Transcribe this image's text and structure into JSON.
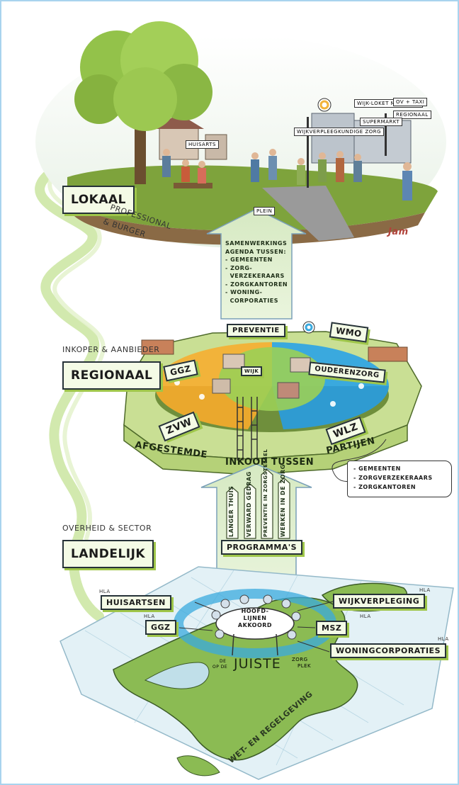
{
  "levels": {
    "local": {
      "title": "Lokaal",
      "subtitle_line1": "Professional",
      "subtitle_line2": "& burger"
    },
    "regional": {
      "caption": "Inkoper & aanbieder",
      "title": "Regionaal"
    },
    "national": {
      "caption": "Overheid & sector",
      "title": "Landelijk"
    }
  },
  "top_scene": {
    "signs": {
      "wijkloket": "Wijk-loket moestuin",
      "ov_taxi": "OV + taxi",
      "regionaal": "Regionaal",
      "supermarkt": "Supermarkt",
      "plein": "Plein",
      "wijkverpleegkundige": "Wijkverpleegkundige zorg",
      "huisarts": "Huisarts"
    },
    "signature": "Jam"
  },
  "arrow_upper": {
    "lines": [
      "Samenwerkings",
      "agenda tussen:",
      "- Gemeenten",
      "- Zorg-",
      "  verzekeraars",
      "- Zorgkantoren",
      "- Woning-",
      "  corporaties"
    ]
  },
  "regional_disc": {
    "labels": {
      "ggz": "GGZ",
      "preventie": "Preventie",
      "wmo": "WMO",
      "ouderenzorg": "Ouderenzorg",
      "wijk": "Wijk",
      "zvw": "ZVW",
      "wlz": "WLZ"
    },
    "band": {
      "left": "Afgestemde",
      "middle": "Inkoop tussen",
      "right": "Partijen"
    }
  },
  "tag_parties": [
    "- Gemeenten",
    "- Zorgverzekeraars",
    "- Zorgkantoren"
  ],
  "arrow_lower": {
    "programs": [
      "Langer thuis",
      "Verward gedrag",
      "Preventie in zorgstelsel",
      "Werken in de zorg"
    ],
    "label": "Programma's"
  },
  "national_map": {
    "center": "Hoofd-lijnen akkoord",
    "hla_prefix": "HLA",
    "left_labels": [
      "Huisartsen",
      "GGZ"
    ],
    "right_labels": [
      "Wijkverpleging",
      "MSZ",
      "Woningcorporaties"
    ],
    "ring_text": {
      "pre": "De",
      "pre2": "op de",
      "main": "Juiste",
      "post": "zorg",
      "post2": "plek"
    },
    "law": "Wet- en regelgeving"
  },
  "colors": {
    "frame": "#a9d3ee",
    "accent_green": "#9fc64a",
    "ggz_orange": "#f2b33a",
    "ouderenzorg_blue": "#3aa9de",
    "preventie_green": "#9bcf57",
    "arrow_fill": "#dcecc6"
  }
}
